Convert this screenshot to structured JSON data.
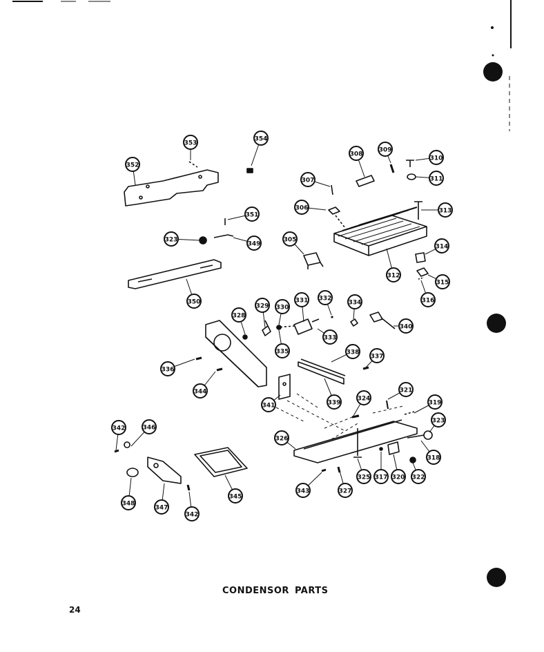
{
  "title": {
    "word1": "CONDENSOR",
    "word2": "PARTS"
  },
  "page_number": "24",
  "parts": [
    "352",
    "353",
    "354",
    "307",
    "308",
    "309",
    "310",
    "311",
    "306",
    "313",
    "351",
    "323",
    "349",
    "305",
    "312",
    "314",
    "315",
    "316",
    "350",
    "328",
    "329",
    "330",
    "331",
    "332",
    "334",
    "340",
    "333",
    "335",
    "336",
    "338",
    "337",
    "344",
    "341",
    "339",
    "324",
    "321",
    "319",
    "342",
    "346",
    "326",
    "323",
    "318",
    "317",
    "320",
    "322",
    "325",
    "343",
    "327",
    "348",
    "347",
    "342",
    "345"
  ],
  "colors": {
    "ink": "#111111",
    "paper": "#ffffff"
  }
}
